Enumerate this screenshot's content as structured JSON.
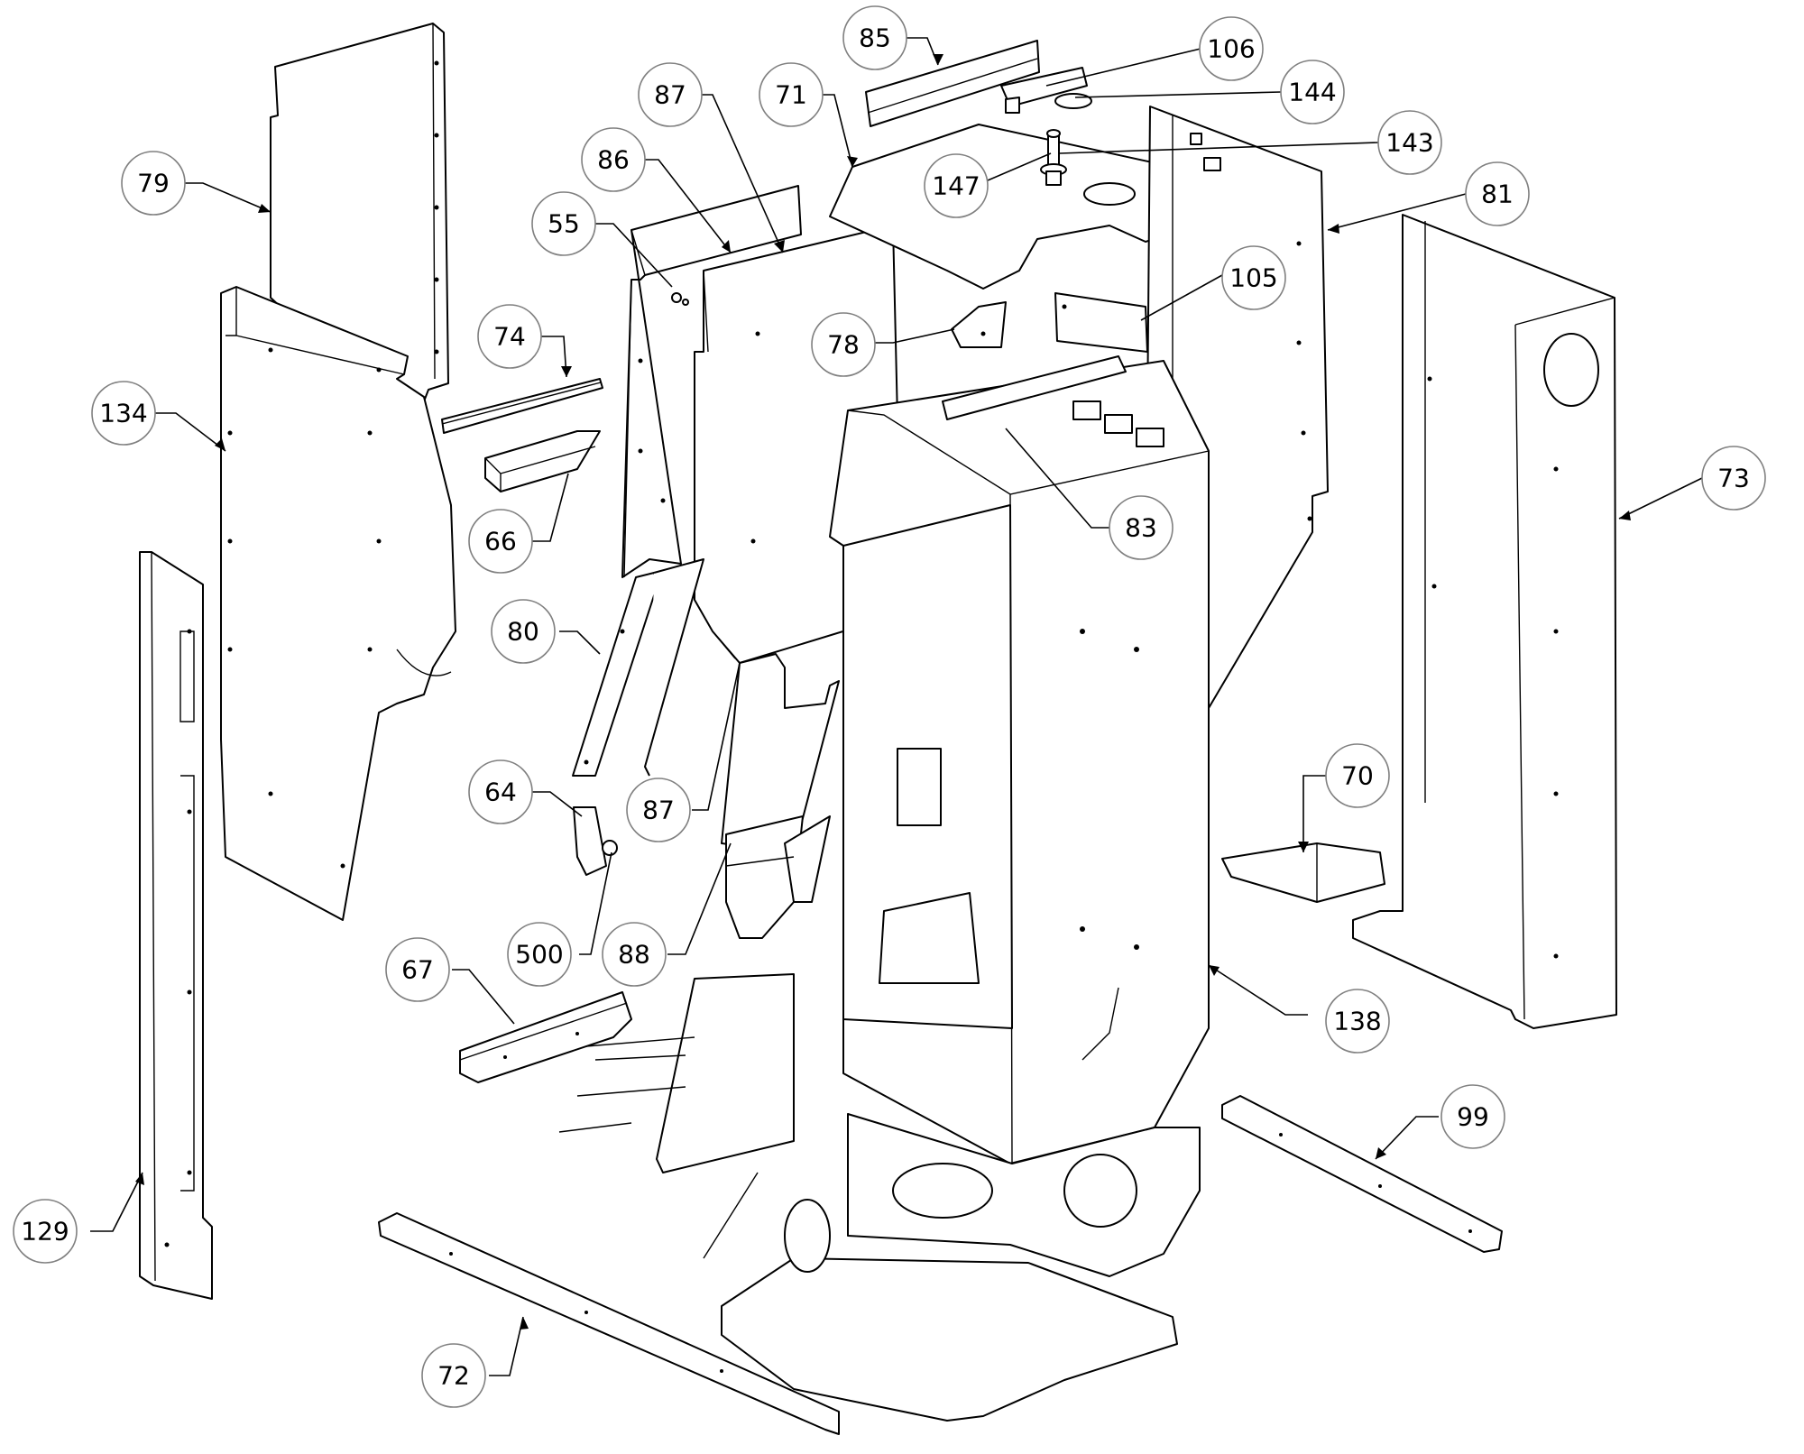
{
  "callouts": [
    {
      "id": "c85",
      "label": "85"
    },
    {
      "id": "c106",
      "label": "106"
    },
    {
      "id": "c144",
      "label": "144"
    },
    {
      "id": "c87a",
      "label": "87"
    },
    {
      "id": "c71",
      "label": "71"
    },
    {
      "id": "c143",
      "label": "143"
    },
    {
      "id": "c86",
      "label": "86"
    },
    {
      "id": "c147",
      "label": "147"
    },
    {
      "id": "c79",
      "label": "79"
    },
    {
      "id": "c81",
      "label": "81"
    },
    {
      "id": "c55",
      "label": "55"
    },
    {
      "id": "c105",
      "label": "105"
    },
    {
      "id": "c74",
      "label": "74"
    },
    {
      "id": "c78",
      "label": "78"
    },
    {
      "id": "c134",
      "label": "134"
    },
    {
      "id": "c73",
      "label": "73"
    },
    {
      "id": "c83",
      "label": "83"
    },
    {
      "id": "c66",
      "label": "66"
    },
    {
      "id": "c80",
      "label": "80"
    },
    {
      "id": "c70",
      "label": "70"
    },
    {
      "id": "c64",
      "label": "64"
    },
    {
      "id": "c87b",
      "label": "87"
    },
    {
      "id": "c500",
      "label": "500"
    },
    {
      "id": "c88",
      "label": "88"
    },
    {
      "id": "c67",
      "label": "67"
    },
    {
      "id": "c138",
      "label": "138"
    },
    {
      "id": "c99",
      "label": "99"
    },
    {
      "id": "c129",
      "label": "129"
    },
    {
      "id": "c72",
      "label": "72"
    }
  ]
}
